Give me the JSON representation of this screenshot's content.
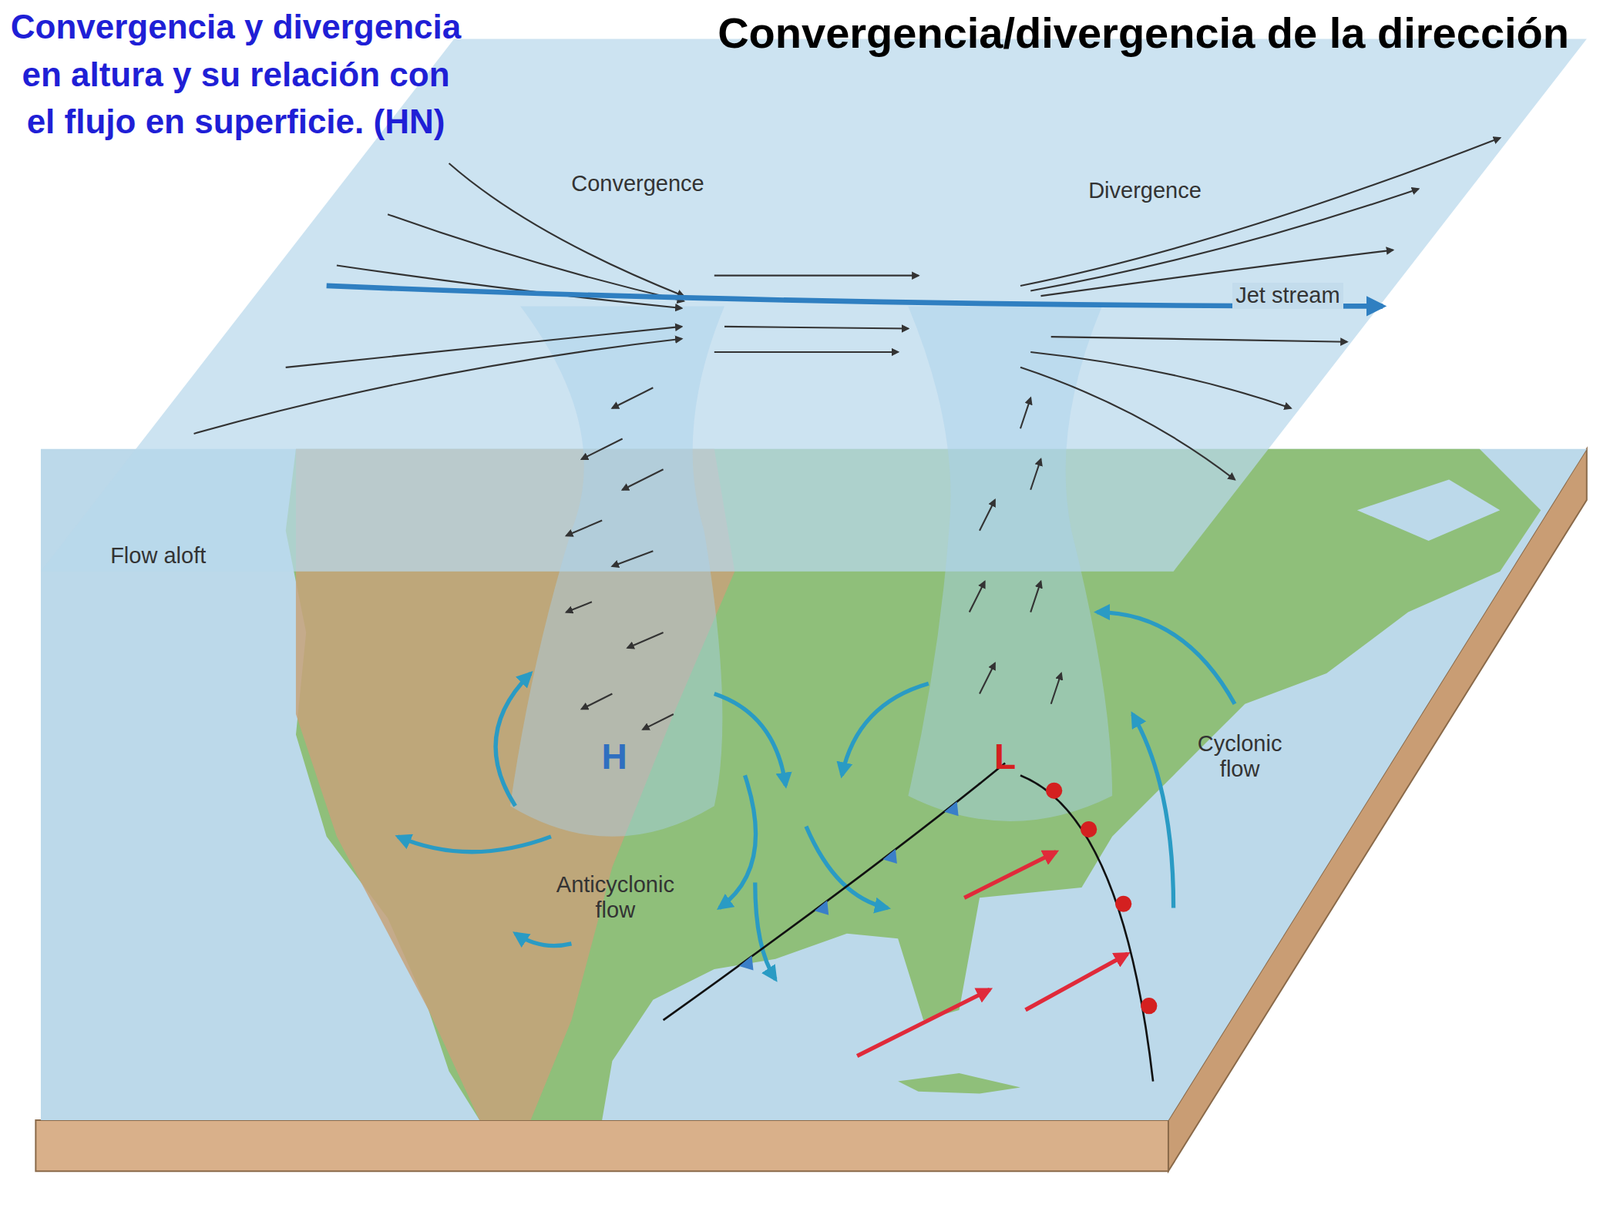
{
  "diagram": {
    "title": "Convergencia/divergencia de la dirección",
    "caption": "Convergencia y divergencia en altura y su relación con el flujo en superficie. (HN)",
    "labels": [
      "Convergence",
      "Divergence",
      "Jet stream",
      "Flow aloft",
      "H",
      "L",
      "Anticyclonic flow",
      "Cyclonic flow"
    ]
  }
}
